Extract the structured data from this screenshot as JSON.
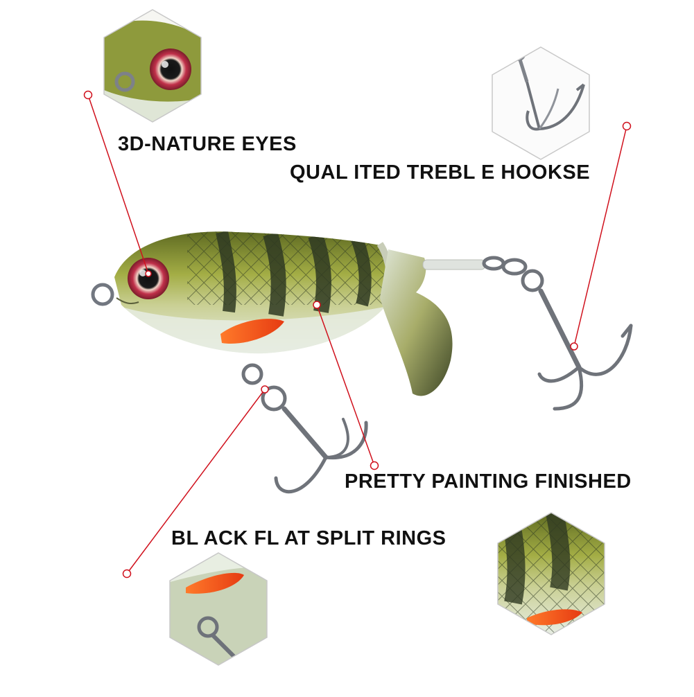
{
  "image": {
    "description_labels": {
      "eyes": "3D-NATURE EYES",
      "hooks": "QUAL ITED TREBL E HOOKSE",
      "painting": "PRETTY PAINTING FINISHED",
      "rings": "BL ACK FL AT SPLIT RINGS"
    }
  },
  "colors": {
    "callout_line": "#d0101c",
    "body_green": "#8c9a3a",
    "belly": "#dfe7d9",
    "stripe": "#2f3a22",
    "fin": "#f0501e",
    "metal": "#8a8d93",
    "hex_border": "#c8c8c8"
  }
}
